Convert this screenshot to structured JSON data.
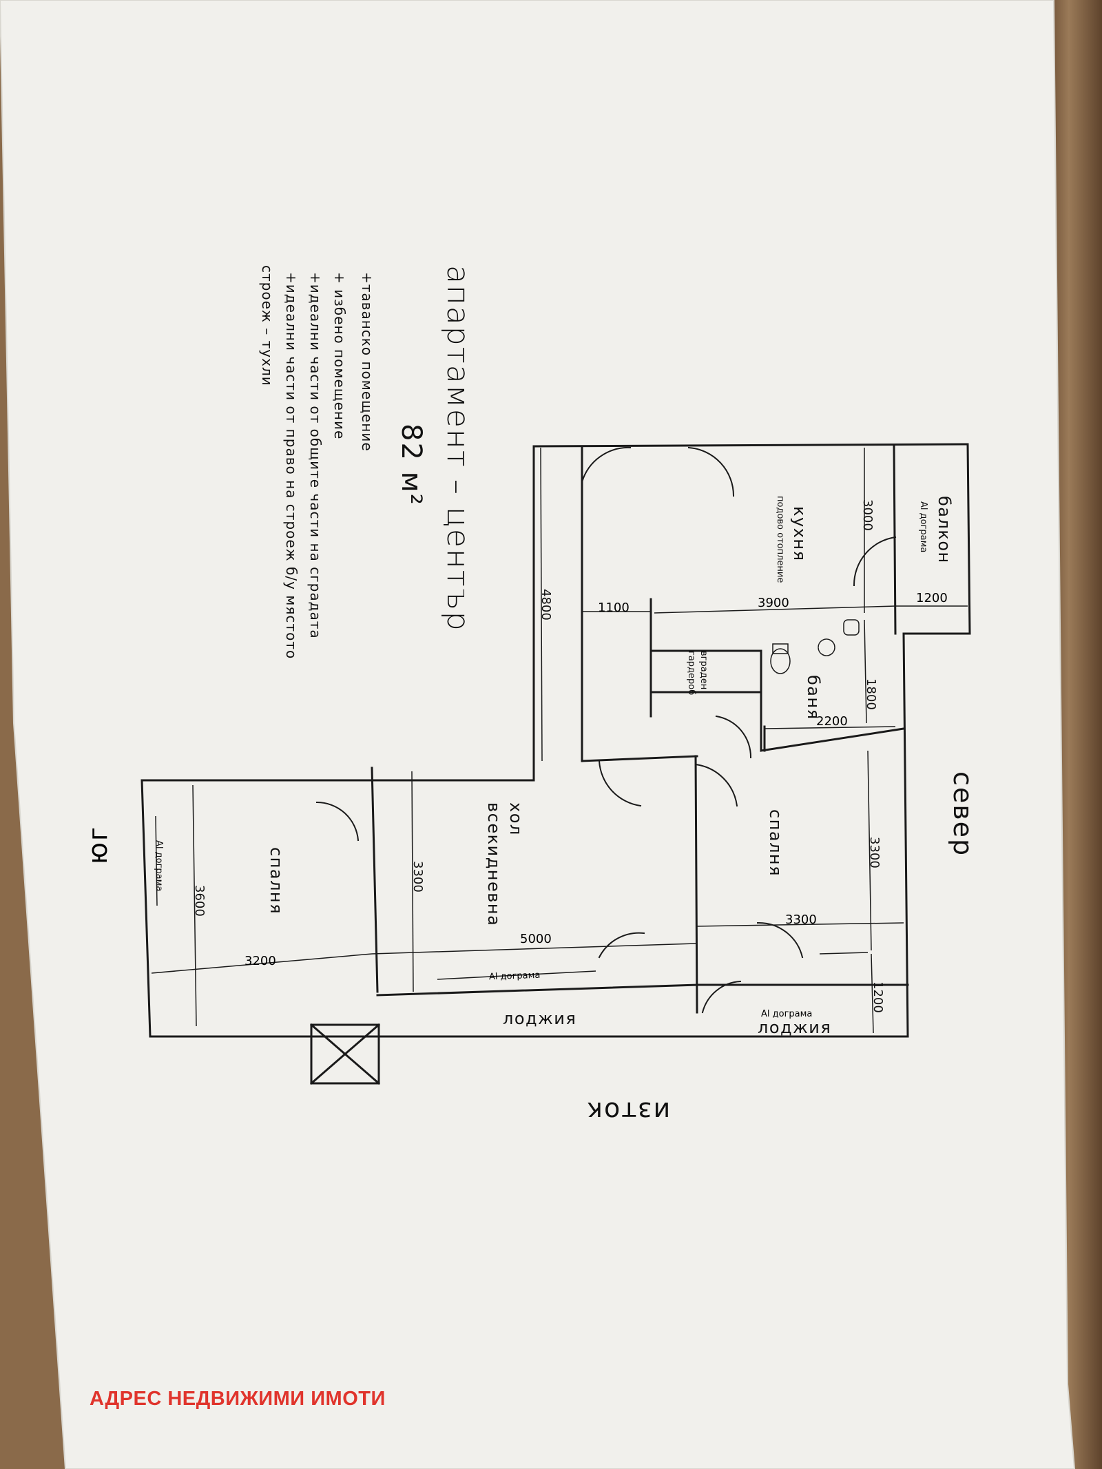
{
  "title": "апартамент – център",
  "area": "82 м²",
  "notes": [
    "+таванско помещение",
    "+ избено помещение",
    "+идеални части от общите части на сградата",
    "+идеални части от право на строеж б/у мястото",
    "строеж – тухли"
  ],
  "rooms": {
    "balcony": "балкон",
    "balcony_note": "Al дограма",
    "kitchen": "кухня",
    "kitchen_note": "подово отопление",
    "wardrobe": "вграден гардероб",
    "bathroom": "баня",
    "bedroom_north": "спалня",
    "living": "хол всекидневна",
    "bedroom_south": "спалня",
    "loggia_north": "лоджия",
    "loggia_north_note": "Al дограма",
    "loggia_south": "лоджия",
    "living_window_note": "Al дограма",
    "bedroom_south_window_note": "Al дограма"
  },
  "dimensions": {
    "d3000": "3000",
    "d1200_top": "1200",
    "d3900": "3900",
    "d1100": "1100",
    "d4800": "4800",
    "d1800": "1800",
    "d2200": "2200",
    "d3300_n": "3300",
    "d3300_n2": "3300",
    "d1200_bottom": "1200",
    "d3300_living": "3300",
    "d5000": "5000",
    "d3600": "3600",
    "d3200": "3200"
  },
  "compass": {
    "north": "север",
    "east": "изток",
    "south": "юг"
  },
  "watermark": "АДРЕС НЕДВИЖИМИ ИМОТИ",
  "colors": {
    "paper": "#f2f1ee",
    "ink": "#1a1a1a",
    "watermark": "#e0342c"
  }
}
